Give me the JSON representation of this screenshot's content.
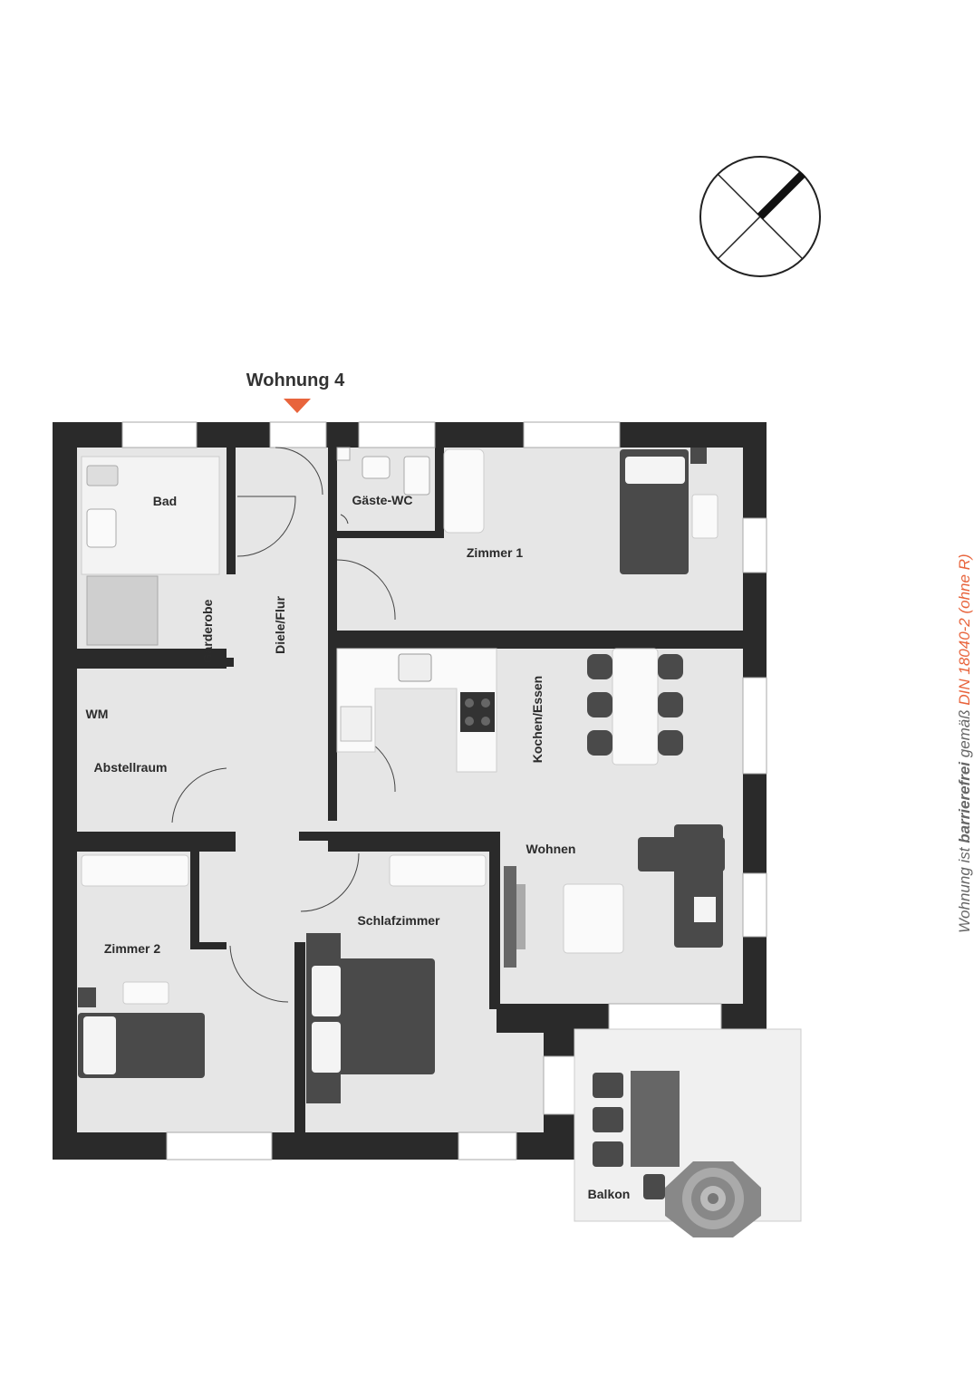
{
  "title": "Wohnung 4",
  "rooms": {
    "bad": "Bad",
    "gaeste_wc": "Gäste-WC",
    "zimmer1": "Zimmer 1",
    "garderobe": "Garderobe",
    "diele": "Diele/Flur",
    "wm": "WM",
    "abstellraum": "Abstellraum",
    "kochen": "Kochen/Essen",
    "wohnen": "Wohnen",
    "schlafzimmer": "Schlafzimmer",
    "zimmer2": "Zimmer 2",
    "balkon": "Balkon"
  },
  "note": {
    "part1": "Wohnung ist ",
    "bold": "barrierefrei",
    "part2": " gemäß ",
    "din": "DIN 18040-2 (ohne R)"
  },
  "colors": {
    "wall": "#2a2a2a",
    "floor": "#e6e6e6",
    "furniture": "#4a4a4a",
    "accent": "#e8643c"
  },
  "icons": [
    "compass-icon",
    "entrance-arrow-icon",
    "sink-icon",
    "toilet-icon",
    "shower-icon",
    "stove-icon",
    "bed-icon",
    "sofa-icon",
    "table-icon",
    "chair-icon",
    "tv-icon",
    "parasol-icon"
  ]
}
